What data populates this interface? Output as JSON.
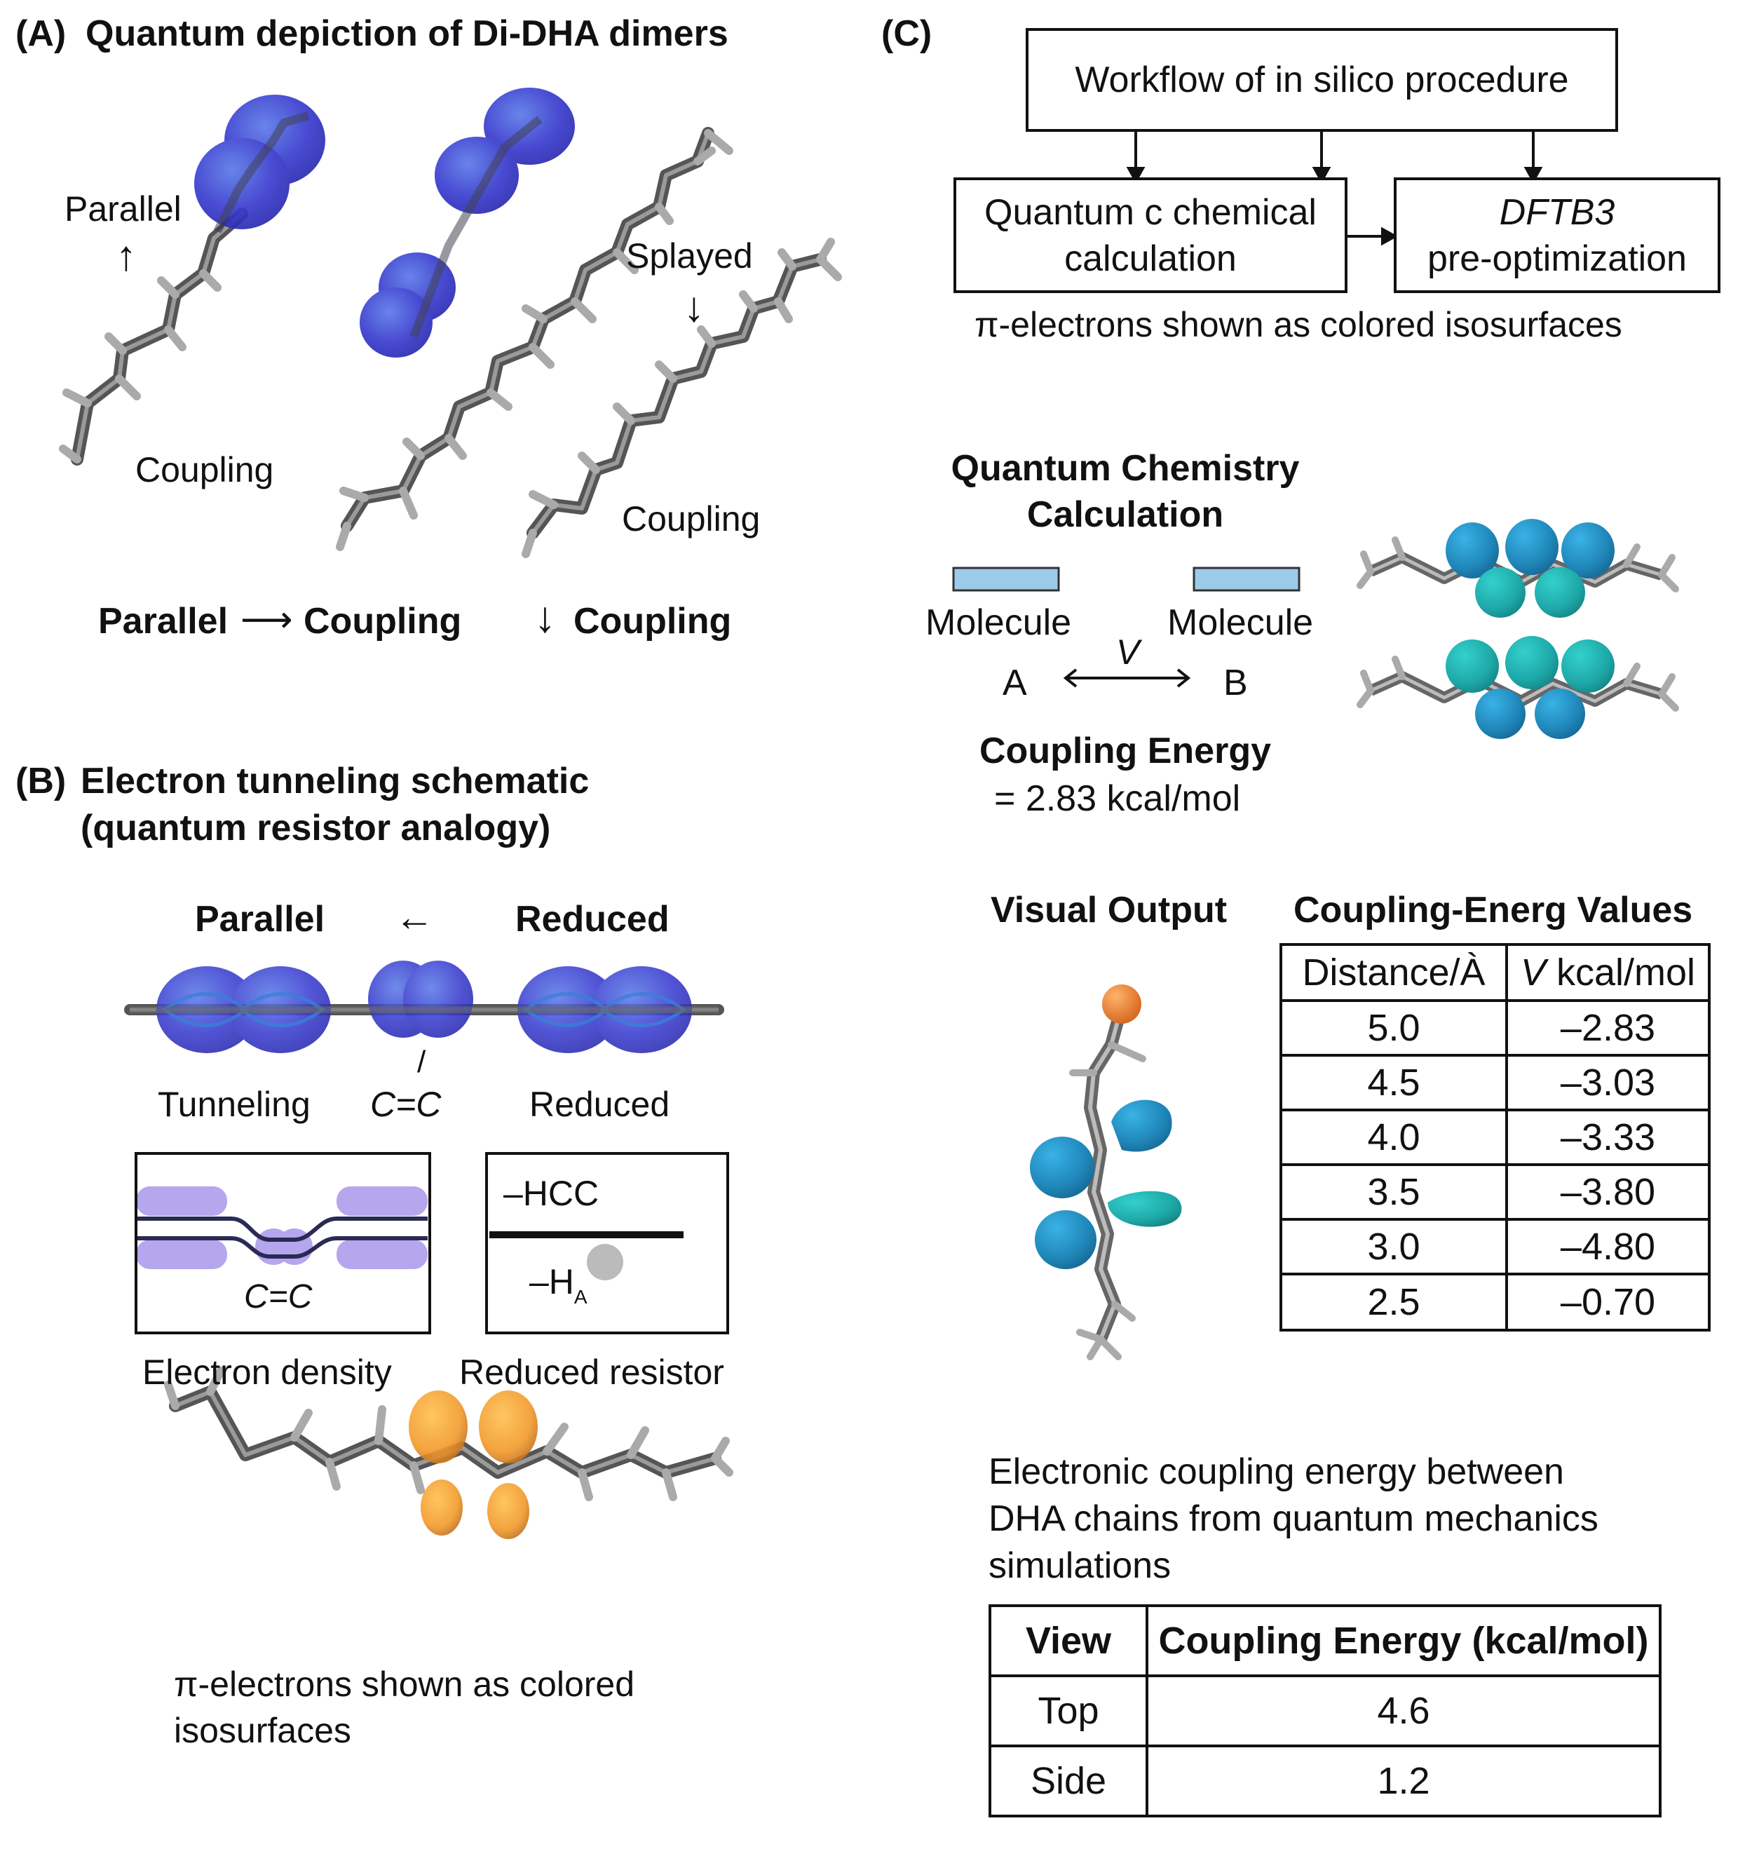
{
  "panel_a": {
    "tag": "(A)",
    "title": "Quantum depiction of Di-DHA dimers",
    "label_parallel": "Parallel",
    "arrow_up": "↑",
    "label_coupling_left": "Coupling",
    "label_splayed": "Splayed",
    "arrow_down": "↓",
    "label_coupling_right": "Coupling",
    "summary_parallel": "Parallel",
    "summary_long_arrow": "⟶",
    "summary_coupling_1": "Coupling",
    "summary_down_arrow": "↓",
    "summary_coupling_2": "Coupling"
  },
  "panel_b": {
    "tag": "(B)",
    "title_line1": "Electron tunneling schematic",
    "title_line2": "(quantum resistor analogy)",
    "header_parallel": "Parallel",
    "header_arrow": "←",
    "header_reduced": "Reduced",
    "label_tunneling": "Tunneling",
    "label_slash": "/",
    "label_cc": "C=C",
    "label_reduced": "Reduced",
    "box1_label": "C=C",
    "box1_caption": "Electron density",
    "box2_hcc": "–HCC",
    "box2_h": "–H",
    "box2_h_sub": "A",
    "box2_caption": "Reduced resistor",
    "caption_line1": "π-electrons shown as colored",
    "caption_line2": "isosurfaces"
  },
  "panel_c": {
    "tag": "(C)",
    "workflow_title": "Workflow of in silico procedure",
    "qc_line1": "Quantum c chemical",
    "qc_line2": "calculation",
    "dftb_line1": "DFTB3",
    "dftb_line2": "pre-optimization",
    "pi_caption": "π-electrons shown as colored isosurfaces",
    "qcc_title_line1": "Quantum Chemistry",
    "qcc_title_line2": "Calculation",
    "molecule_a": "Molecule",
    "molecule_b": "Molecule",
    "label_a": "A",
    "label_b": "B",
    "label_v": "V",
    "coupling_title": "Coupling Energy",
    "coupling_value": "= 2.83 kcal/mol",
    "visual_output_title": "Visual Output",
    "values_title": "Coupling-Energ Values",
    "distance_table": {
      "col1": "Distance/À",
      "col2_italic": "V",
      "col2_rest": " kcal/mol",
      "rows": [
        [
          "5.0",
          "–2.83"
        ],
        [
          "4.5",
          "–3.03"
        ],
        [
          "4.0",
          "–3.33"
        ],
        [
          "3.5",
          "–3.80"
        ],
        [
          "3.0",
          "–4.80"
        ],
        [
          "2.5",
          "–0.70"
        ]
      ]
    },
    "summary_line1": "Electronic coupling energy between",
    "summary_line2": "DHA chains from quantum mechanics",
    "summary_line3": "simulations",
    "view_table": {
      "col1": "View",
      "col2": "Coupling Energy (kcal/mol)",
      "rows": [
        [
          "Top",
          "4.6"
        ],
        [
          "Side",
          "1.2"
        ]
      ]
    }
  },
  "colors": {
    "orbital_blue": "#3d3fd0",
    "orbital_teal": "#1e8fb8",
    "orbital_cyan": "#22b5b5",
    "orbital_orange": "#f0a030",
    "bond_gray": "#6a6a6a",
    "molecule_box_fill": "#9ccbea",
    "density_purple": "#b6a6ee"
  }
}
